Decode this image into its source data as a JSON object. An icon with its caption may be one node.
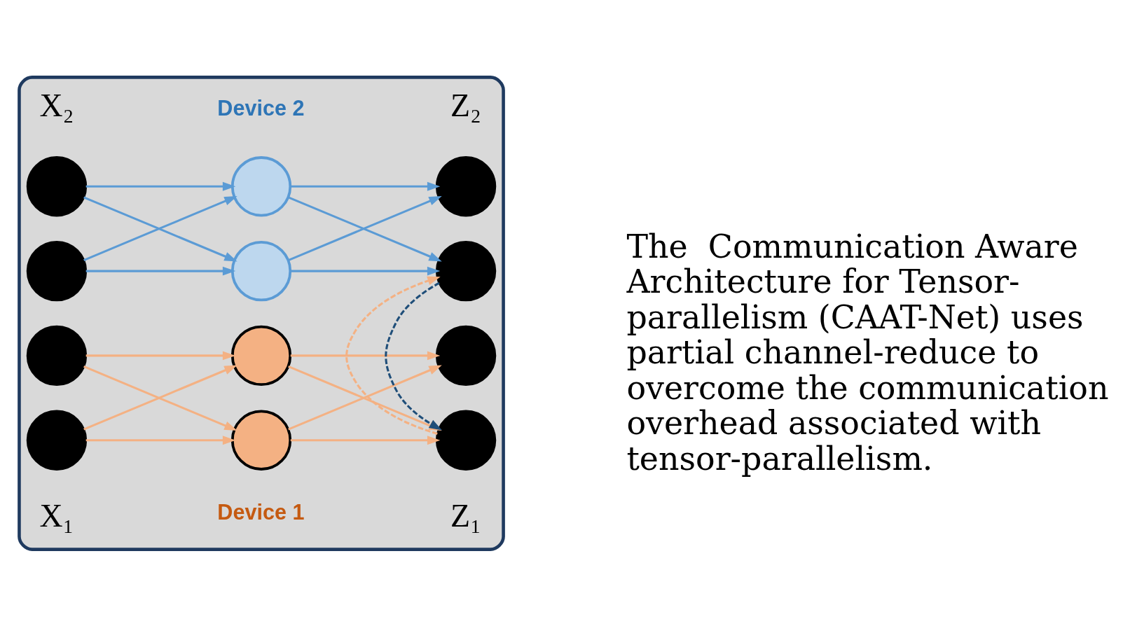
{
  "diagram": {
    "nodes": [
      {
        "text": [],
        "shape": "box"
      },
      {
        "text": [],
        "shape": "circle",
        "in": 0
      },
      {
        "text": [],
        "shape": "circle",
        "in": 0
      },
      {
        "text": [],
        "shape": "circle",
        "in": 0
      },
      {
        "text": [],
        "shape": "circle",
        "in": 0
      },
      {
        "text": [],
        "shape": "circle",
        "in": 0
      },
      {
        "text": [],
        "shape": "circle",
        "in": 0
      },
      {
        "text": [],
        "shape": "circle",
        "in": 0
      },
      {
        "text": [],
        "shape": "circle",
        "in": 0
      },
      {
        "text": [],
        "shape": "circle",
        "in": 0
      },
      {
        "text": [],
        "shape": "circle",
        "in": 0
      },
      {
        "text": [],
        "shape": "circle",
        "in": 0
      },
      {
        "text": [],
        "shape": "circle",
        "in": 0
      }
    ],
    "edges": [
      {
        "from": 1,
        "to": 2,
        "arrow": "to",
        "color": "#f4b183"
      },
      {
        "from": 1,
        "to": 5,
        "arrow": "to",
        "color": "#f4b183"
      },
      {
        "from": 4,
        "to": 2,
        "arrow": "to",
        "color": "#f4b183"
      },
      {
        "from": 4,
        "to": 5,
        "arrow": "to",
        "color": "#f4b183"
      },
      {
        "from": 2,
        "to": 3,
        "arrow": "to",
        "color": "#f4b183"
      },
      {
        "from": 2,
        "to": 6,
        "arrow": "to",
        "color": "#f4b183"
      },
      {
        "from": 5,
        "to": 3,
        "arrow": "to",
        "color": "#f4b183"
      },
      {
        "from": 5,
        "to": 6,
        "arrow": "to",
        "color": "#f4b183"
      },
      {
        "from": 7,
        "to": 8,
        "arrow": "to",
        "color": "#5b9bd5"
      },
      {
        "from": 7,
        "to": 11,
        "arrow": "to",
        "color": "#5b9bd5"
      },
      {
        "from": 10,
        "to": 8,
        "arrow": "to",
        "color": "#5b9bd5"
      },
      {
        "from": 10,
        "to": 11,
        "arrow": "to",
        "color": "#5b9bd5"
      },
      {
        "from": 8,
        "to": 9,
        "arrow": "to",
        "color": "#5b9bd5"
      },
      {
        "from": 8,
        "to": 12,
        "arrow": "to",
        "color": "#5b9bd5"
      },
      {
        "from": 11,
        "to": 9,
        "arrow": "to",
        "color": "#5b9bd5"
      },
      {
        "from": 11,
        "to": 12,
        "arrow": "to",
        "color": "#5b9bd5"
      },
      {
        "from": 9,
        "to": 3,
        "arrow": "to",
        "style": "dashed",
        "color": "#1f4e79"
      },
      {
        "from": 3,
        "to": 9,
        "arrow": "to",
        "style": "dashed",
        "color": "#f4b183"
      }
    ],
    "labels": [
      "X₁",
      "Device 1",
      "Z₁",
      "X₂",
      "Device 2",
      "Z₂",
      "The  Communication Aware Architecture for Tensor-parallelism (CAAT-Net) uses partial channel-reduce to overcome the communication overhead associated with tensor-parallelism."
    ]
  }
}
